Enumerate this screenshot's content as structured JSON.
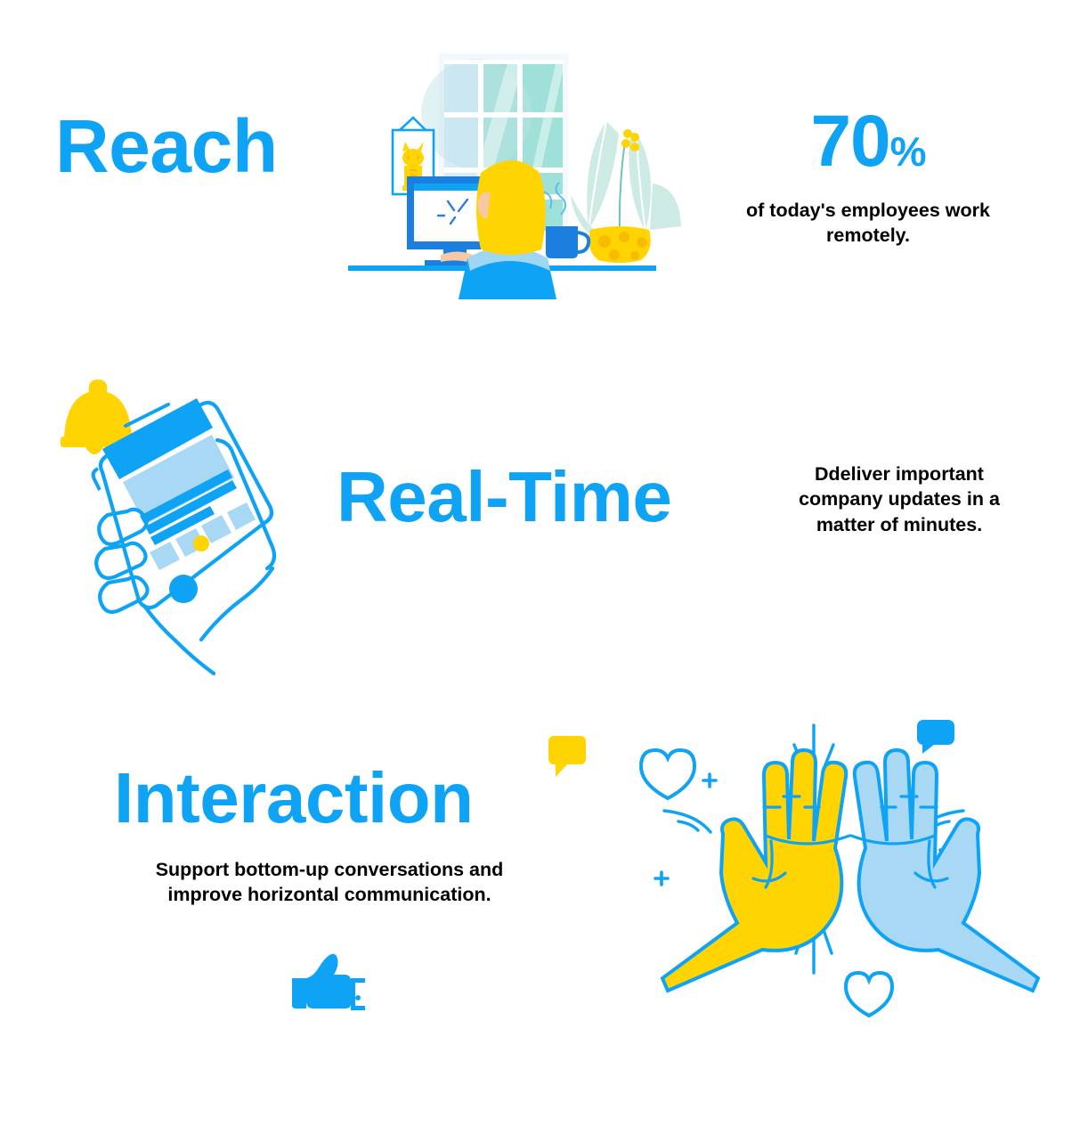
{
  "colors": {
    "brand_blue": "#0fa3f5",
    "deep_blue": "#0b84e8",
    "yellow": "#ffd400",
    "mint": "#9fe0d8",
    "pale_blue": "#bfe3fa",
    "light_blue_pane": "#d6ecfb",
    "skin": "#f6c9a4",
    "black": "#000000",
    "white": "#ffffff",
    "leaf_green": "#cdebe4"
  },
  "sections": [
    {
      "id": "reach",
      "title": "Reach",
      "stat_number": "70",
      "stat_unit": "%",
      "caption": "of today's employees work remotely.",
      "illustration": "remote-worker-at-desk"
    },
    {
      "id": "real-time",
      "title": "Real-Time",
      "caption": "Ddeliver important company updates in a matter of minutes.",
      "illustration": "hand-holding-phone-with-bell"
    },
    {
      "id": "interaction",
      "title": "Interaction",
      "caption": "Support bottom-up conversations and improve horizontal communication.",
      "illustration": "high-five-hands"
    }
  ],
  "icons": {
    "thumbs_up": "thumbs-up-icon",
    "yellow_speech_bubble": "speech-bubble-icon",
    "bell": "bell-icon",
    "heart": "heart-icon",
    "plus": "plus-icon",
    "cat_frame": "framed-cat-picture",
    "coffee_mug": "coffee-mug",
    "potted_plant": "potted-plant",
    "window": "window",
    "monitor": "desktop-monitor"
  }
}
